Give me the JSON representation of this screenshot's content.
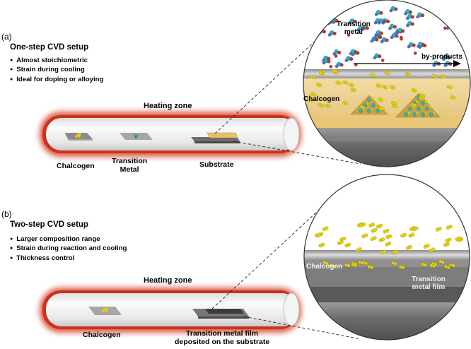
{
  "panel_a": {
    "letter": "(a)",
    "title": "One-step CVD setup",
    "bullets": [
      "Almost stoichiometric",
      "Strain during cooling",
      "Ideal for doping or alloying"
    ],
    "zone_label": "Heating zone",
    "items": {
      "chalcogen": "Chalcogen",
      "transition_metal_line1": "Transition",
      "transition_metal_line2": "Metal",
      "substrate": "Substrate"
    },
    "magnified": {
      "transition_metal_line1": "Transition",
      "transition_metal_line2": "metal",
      "byproducts": "by-products",
      "chalcogen": "Chalcogen"
    }
  },
  "panel_b": {
    "letter": "(b)",
    "title": "Two-step CVD setup",
    "bullets": [
      "Larger composition range",
      "Strain during reaction and cooling",
      "Thickness control"
    ],
    "zone_label": "Heating zone",
    "items": {
      "chalcogen": "Chalcogen",
      "film_line1": "Transition metal film",
      "film_line2": "deposited on the substrate"
    },
    "magnified": {
      "chalcogen": "Chalcogen",
      "film_line1": "Transition",
      "film_line2": "metal film"
    }
  },
  "colors": {
    "tube_glow": "#d9442c",
    "tube_body": "#eeeeee",
    "chalcogen_atom": "#e6d200",
    "metal_atom": "#1fb7c4",
    "byproduct_atom": "#c0392b",
    "substrate_film": "#e8c26a",
    "pyramid": "#c9a24a"
  }
}
